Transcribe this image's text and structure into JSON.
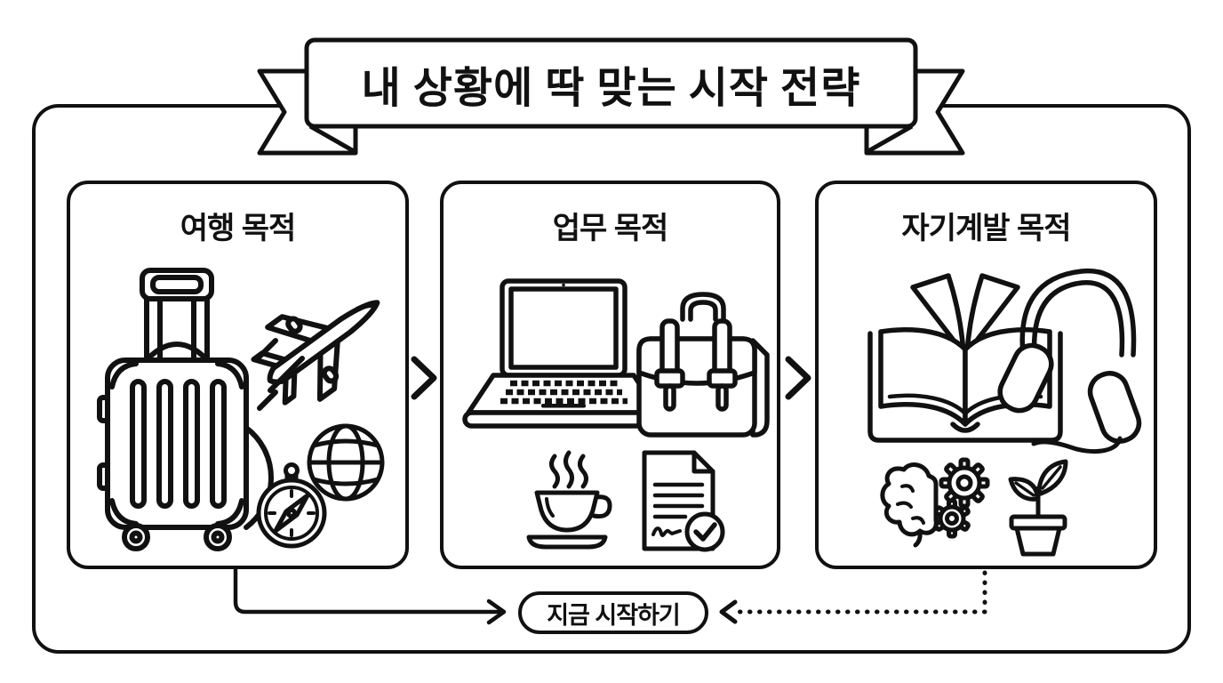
{
  "banner": {
    "title": "내 상황에 딱 맞는 시작 전략"
  },
  "cards": [
    {
      "id": "travel",
      "title": "여행 목적",
      "icons": [
        "suitcase-icon",
        "airplane-icon",
        "globe-icon",
        "compass-icon"
      ]
    },
    {
      "id": "work",
      "title": "업무 목적",
      "icons": [
        "laptop-icon",
        "briefcase-icon",
        "coffee-cup-icon",
        "document-check-icon"
      ]
    },
    {
      "id": "self-development",
      "title": "자기계발 목적",
      "icons": [
        "open-book-icon",
        "headphones-icon",
        "brain-gears-icon",
        "plant-icon"
      ]
    }
  ],
  "flow": {
    "chevron_separators": 2,
    "arrows": [
      {
        "style": "solid",
        "from": "travel-card",
        "to": "cta"
      },
      {
        "style": "dotted",
        "from": "self-development-card",
        "to": "cta"
      }
    ]
  },
  "cta": {
    "label": "지금 시작하기"
  },
  "colors": {
    "line": "#111111",
    "background": "#ffffff"
  }
}
